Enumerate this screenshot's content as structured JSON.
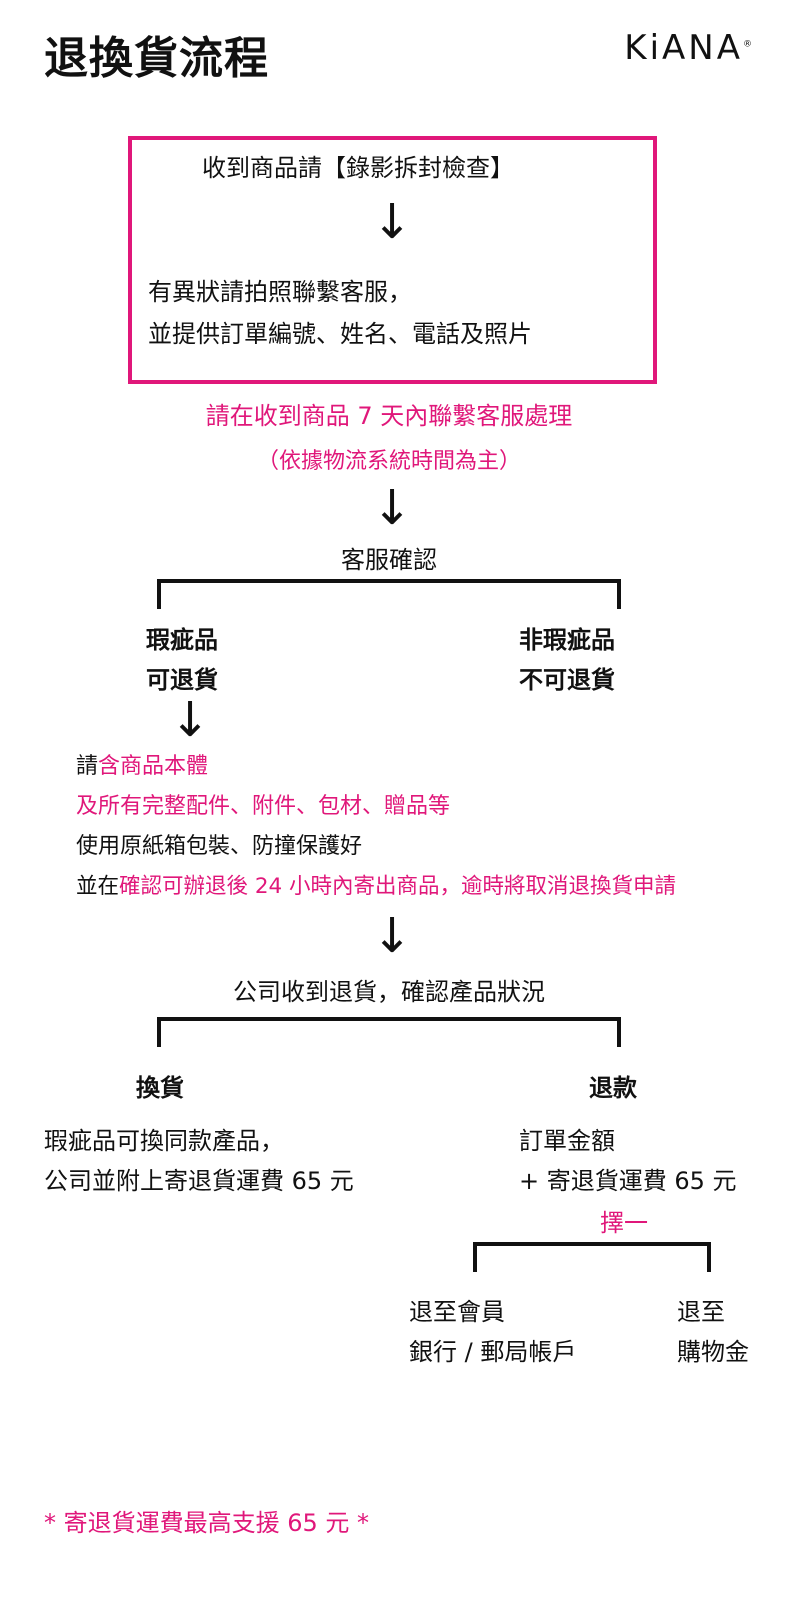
{
  "header": {
    "title": "退換貨流程",
    "logo": "KiANA",
    "logo_mark": "®"
  },
  "step1": {
    "line1": "收到商品請【錄影拆封檢查】",
    "line2": "有異狀請拍照聯繫客服，",
    "line3": "並提供訂單編號、姓名、電話及照片"
  },
  "notice": {
    "line1": "請在收到商品 7 天內聯繫客服處理",
    "line2": "（依據物流系統時間為主）"
  },
  "confirm": "客服確認",
  "branch1": {
    "left_l1": "瑕疵品",
    "left_l2": "可退貨",
    "right_l1": "非瑕疵品",
    "right_l2": "不可退貨"
  },
  "instructions": {
    "l1_a": "請",
    "l1_b": "含商品本體",
    "l2": "及所有完整配件、附件、包材、贈品等",
    "l3": "使用原紙箱包裝、防撞保護好",
    "l4_a": "並在",
    "l4_b": "確認可辦退後 24 小時內寄出商品，逾時將取消退換貨申請"
  },
  "company": "公司收到退貨，確認產品狀況",
  "branch2": {
    "exchange": "換貨",
    "exchange_l1": "瑕疵品可換同款產品，",
    "exchange_l2": "公司並附上寄退貨運費 65 元",
    "refund": "退款",
    "refund_l1": "訂單金額",
    "refund_l2": "+ 寄退貨運費 65 元",
    "choose": "擇一"
  },
  "branch3": {
    "left_l1": "退至會員",
    "left_l2": "銀行 / 郵局帳戶",
    "right_l1": "退至",
    "right_l2": "購物金"
  },
  "footnote": "* 寄退貨運費最高支援 65 元 *",
  "colors": {
    "accent": "#e0177a",
    "text": "#111111",
    "background": "#ffffff"
  }
}
